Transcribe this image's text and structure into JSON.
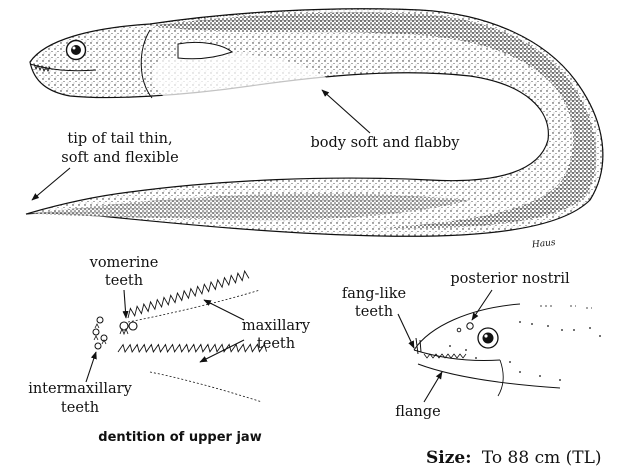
{
  "labels": {
    "tail_line1": "tip of tail thin,",
    "tail_line2": "soft and flexible",
    "body": "body soft and flabby",
    "vomerine_line1": "vomerine",
    "vomerine_line2": "teeth",
    "maxillary_line1": "maxillary",
    "maxillary_line2": "teeth",
    "intermaxillary_line1": "intermaxillary",
    "intermaxillary_line2": "teeth",
    "fang_line1": "fang-like",
    "fang_line2": "teeth",
    "posterior_nostril": "posterior nostril",
    "flange": "flange"
  },
  "caption": "dentition of upper jaw",
  "size": {
    "label": "Size:",
    "value": "To 88 cm (TL)"
  },
  "signature": "Haus"
}
